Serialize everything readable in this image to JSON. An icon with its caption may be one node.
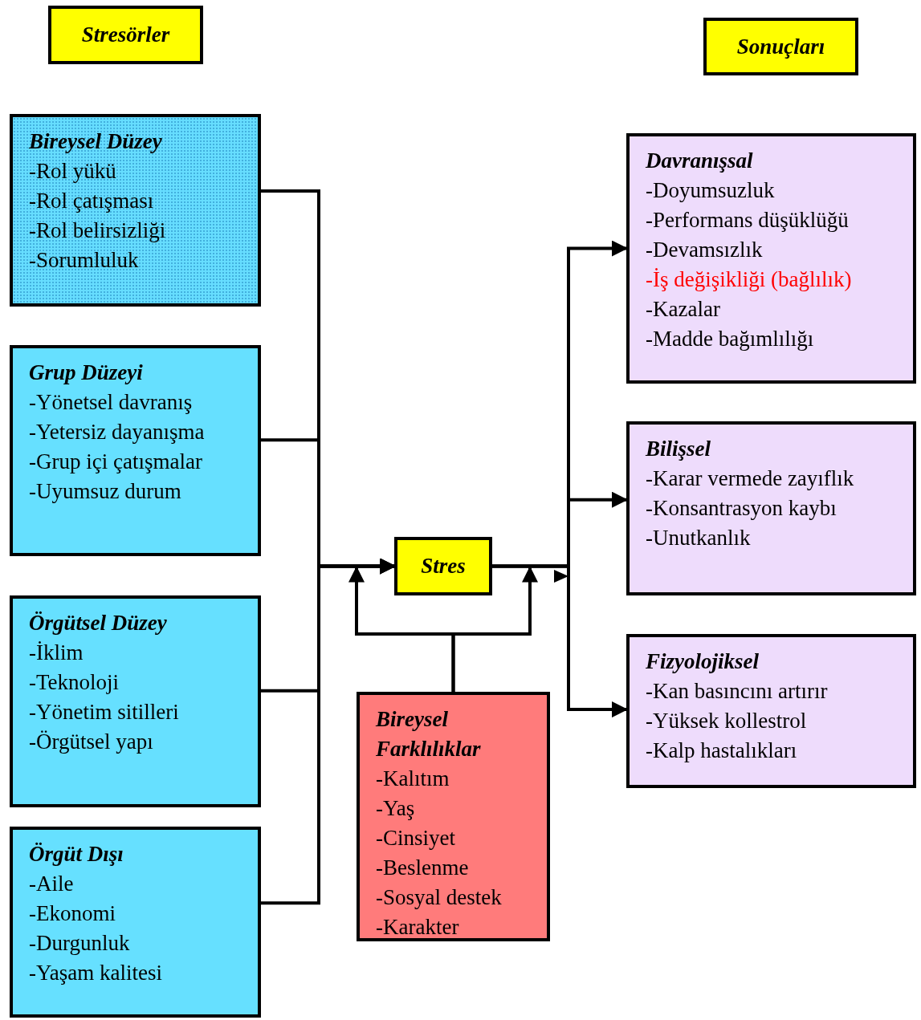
{
  "diagram": {
    "nodes": [
      {
        "text": [
          "Stresörler"
        ]
      },
      {
        "text": [
          "Sonuçları"
        ]
      },
      {
        "text": [
          "Bireysel Düzey",
          "-Rol yükü",
          "-Rol çatışması",
          "-Rol belirsizliği",
          "-Sorumluluk"
        ]
      },
      {
        "text": [
          "Grup Düzeyi",
          "-Yönetsel davranış",
          "-Yetersiz dayanışma",
          "-Grup içi çatışmalar",
          "-Uyumsuz durum"
        ]
      },
      {
        "text": [
          "Örgütsel Düzey",
          "-İklim",
          "-Teknoloji",
          "-Yönetim sitilleri",
          "-Örgütsel yapı"
        ]
      },
      {
        "text": [
          "Örgüt Dışı",
          "-Aile",
          "-Ekonomi",
          "-Durgunluk",
          "-Yaşam kalitesi"
        ]
      },
      {
        "text": [
          "Stres"
        ]
      },
      {
        "text": [
          "Bireysel Farklılıklar",
          "-Kalıtım",
          "-Yaş",
          "-Cinsiyet",
          "-Beslenme",
          "-Sosyal destek",
          "-Karakter"
        ]
      },
      {
        "text": [
          "Davranışsal",
          "-Doyumsuzluk",
          "-Performans düşüklüğü",
          "-Devamsızlık",
          "-İş değişikliği (bağlılık)",
          "-Kazalar",
          "-Madde bağımlılığı"
        ]
      },
      {
        "text": [
          "Bilişsel",
          "-Karar vermede zayıflık",
          "-Konsantrasyon kaybı",
          "-Unutkanlık"
        ]
      },
      {
        "text": [
          "Fizyolojiksel",
          "-Kan basıncını artırır",
          "-Yüksek kollestrol",
          "-Kalp hastalıkları"
        ]
      }
    ],
    "edges": [
      {
        "from": 2,
        "to": 6,
        "arrow": "to"
      },
      {
        "from": 3,
        "to": 6,
        "arrow": "to"
      },
      {
        "from": 4,
        "to": 6,
        "arrow": "to"
      },
      {
        "from": 5,
        "to": 6,
        "arrow": "to"
      },
      {
        "from": 6,
        "to": 8,
        "arrow": "to"
      },
      {
        "from": 6,
        "to": 9,
        "arrow": "to"
      },
      {
        "from": 6,
        "to": 10,
        "arrow": "to"
      },
      {
        "from": 7,
        "to": 6,
        "arrow": "to"
      },
      {
        "from": 7,
        "to": 6,
        "arrow": "to"
      }
    ]
  }
}
